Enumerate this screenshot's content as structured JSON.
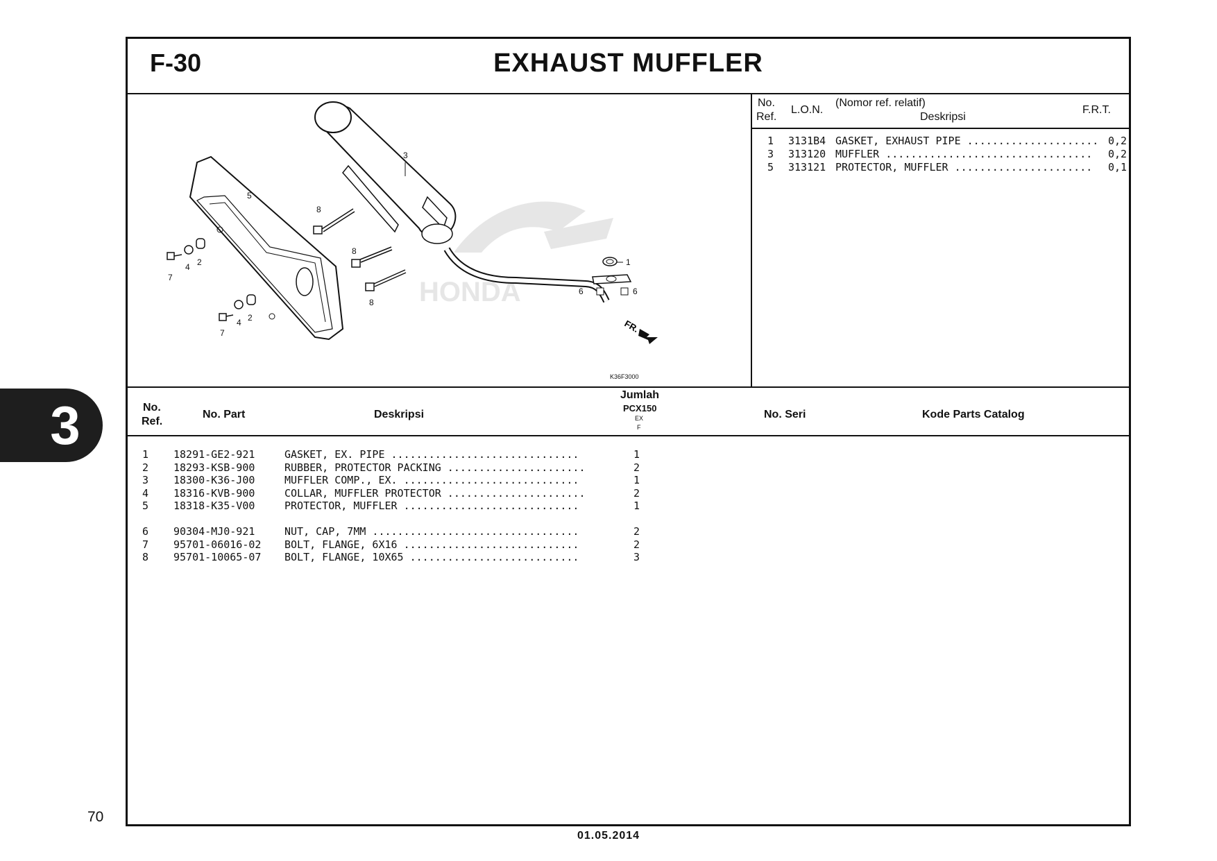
{
  "header": {
    "code": "F-30",
    "title": "EXHAUST MUFFLER"
  },
  "diagram": {
    "callouts": [
      "1",
      "2",
      "2",
      "3",
      "4",
      "4",
      "5",
      "6",
      "6",
      "7",
      "7",
      "8",
      "8",
      "8"
    ],
    "fr_label": "FR.",
    "drawing_code": "K36F3000"
  },
  "frt": {
    "headers": {
      "no": "No.",
      "ref": "Ref.",
      "lon": "L.O.N.",
      "nomor": "(Nomor ref. relatif)",
      "deskripsi": "Deskripsi",
      "frt": "F.R.T."
    },
    "rows": [
      {
        "ref": "1",
        "lon": "3131B4",
        "desc": "GASKET, EXHAUST PIPE .....................",
        "frt": "0,2"
      },
      {
        "ref": "3",
        "lon": "313120",
        "desc": "MUFFLER .................................",
        "frt": "0,2"
      },
      {
        "ref": "5",
        "lon": "313121",
        "desc": "PROTECTOR, MUFFLER ......................",
        "frt": "0,1"
      }
    ]
  },
  "table": {
    "headers": {
      "no": "No.",
      "ref": "Ref.",
      "part": "No. Part",
      "desc": "Deskripsi",
      "jumlah": "Jumlah",
      "model": "PCX150",
      "ex": "EX",
      "f": "F",
      "seri": "No. Seri",
      "catalog": "Kode Parts Catalog"
    },
    "rows": [
      {
        "ref": "1",
        "part": "18291-GE2-921",
        "desc": "GASKET, EX. PIPE ..............................",
        "qty": "1"
      },
      {
        "ref": "2",
        "part": "18293-KSB-900",
        "desc": "RUBBER, PROTECTOR PACKING ......................",
        "qty": "2"
      },
      {
        "ref": "3",
        "part": "18300-K36-J00",
        "desc": "MUFFLER COMP., EX. ............................",
        "qty": "1"
      },
      {
        "ref": "4",
        "part": "18316-KVB-900",
        "desc": "COLLAR, MUFFLER PROTECTOR ......................",
        "qty": "2"
      },
      {
        "ref": "5",
        "part": "18318-K35-V00",
        "desc": "PROTECTOR, MUFFLER ............................",
        "qty": "1"
      },
      {
        "ref": "6",
        "part": "90304-MJ0-921",
        "desc": "NUT, CAP, 7MM .................................",
        "qty": "2"
      },
      {
        "ref": "7",
        "part": "95701-06016-02",
        "desc": "BOLT, FLANGE, 6X16 ............................",
        "qty": "2"
      },
      {
        "ref": "8",
        "part": "95701-10065-07",
        "desc": "BOLT, FLANGE, 10X65 ...........................",
        "qty": "3"
      }
    ]
  },
  "section_tab": "3",
  "page_number": "70",
  "date": "01.05.2014"
}
